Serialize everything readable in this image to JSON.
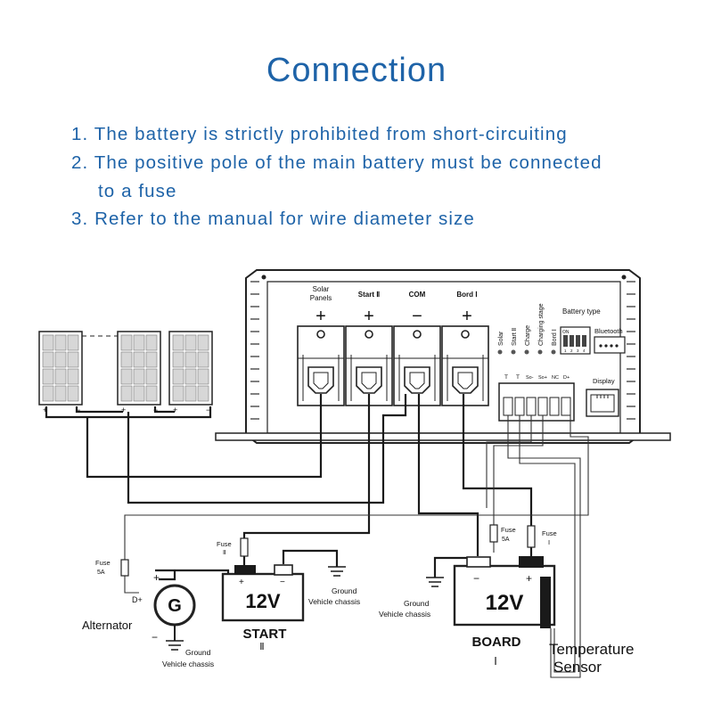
{
  "title": "Connection",
  "rules": [
    "1. The battery is strictly prohibited from short-circuiting",
    "2. The positive pole of the main battery must be connected",
    "to a fuse",
    "3. Refer to the manual for wire diameter size"
  ],
  "controller": {
    "terminals": [
      {
        "label1": "Solar",
        "label2": "Panels",
        "symbol": "+"
      },
      {
        "label1": "Start Ⅱ",
        "label2": "",
        "symbol": "+"
      },
      {
        "label1": "COM",
        "label2": "",
        "symbol": "−"
      },
      {
        "label1": "Bord Ⅰ",
        "label2": "",
        "symbol": "+"
      }
    ],
    "leds": [
      "Solar",
      "Start Ⅱ",
      "Charge",
      "Charging stage",
      "Bord Ⅰ"
    ],
    "battery_type": "Battery type",
    "dip_on": "ON",
    "dip_numbers": [
      "1",
      "2",
      "3",
      "4"
    ],
    "bluetooth": "Bluetooth",
    "display": "Display",
    "pins": [
      "T",
      "T",
      "So-",
      "So+",
      "NC",
      "D+"
    ]
  },
  "solar_signs": [
    "+",
    "−",
    "+",
    "−",
    "+",
    "−"
  ],
  "alternator": {
    "symbol": "G",
    "label": "Alternator",
    "dplus": "D+",
    "plus": "+",
    "minus": "−",
    "fuse": "Fuse",
    "fuse_rating": "5A",
    "ground": "Ground",
    "chassis": "Vehicle chassis"
  },
  "start_battery": {
    "voltage": "12V",
    "name": "START",
    "numeral": "Ⅱ",
    "plus": "+",
    "minus": "−",
    "fuse": "Fuse",
    "fuse_numeral": "Ⅱ",
    "ground": "Ground",
    "chassis": "Vehicle chassis"
  },
  "board_battery": {
    "voltage": "12V",
    "name": "BOARD",
    "numeral": "Ⅰ",
    "plus": "+",
    "minus": "−",
    "fuse": "Fuse",
    "fuse_numeral": "Ⅰ",
    "fuse2": "Fuse",
    "fuse2_rating": "5A",
    "ground": "Ground",
    "chassis": "Vehicle chassis"
  },
  "temperature_sensor": {
    "line1": "Temperature",
    "line2": "Sensor"
  }
}
